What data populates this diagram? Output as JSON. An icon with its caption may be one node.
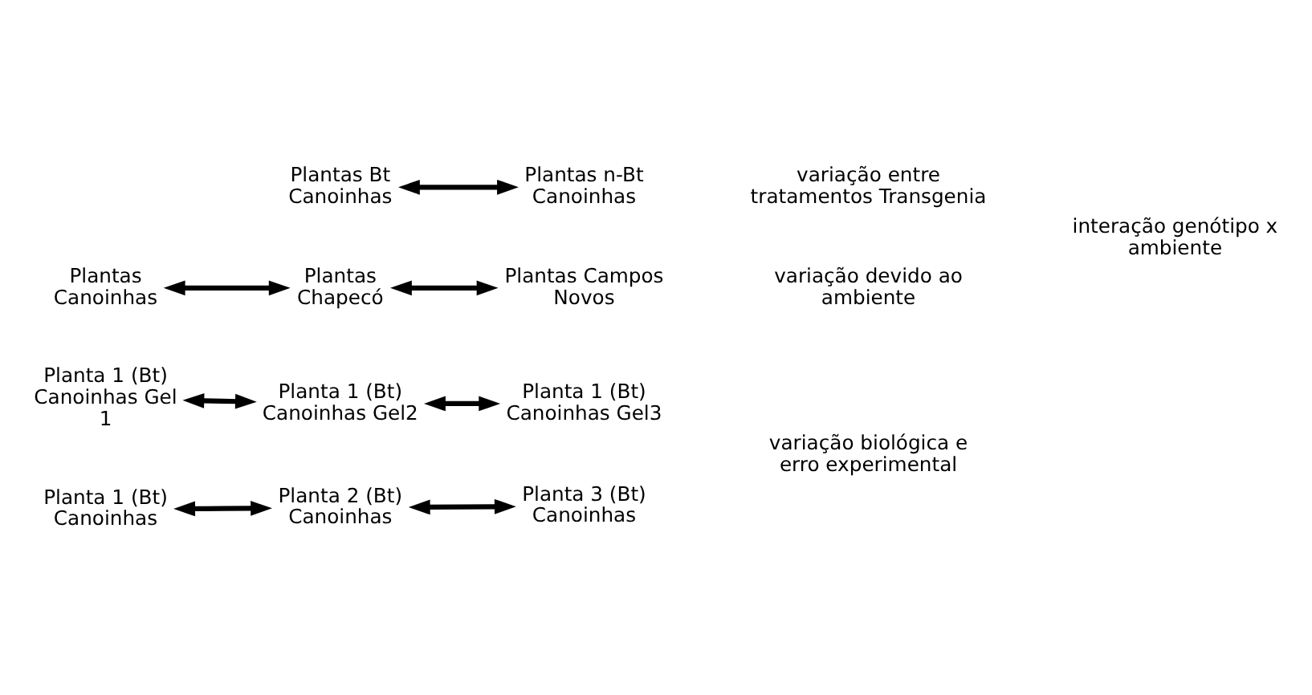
{
  "diagram": {
    "nodes": [
      {
        "text": [
          "Planta 1 (Bt) Canoinhas Gel 1"
        ]
      },
      {
        "text": [
          "Planta 1 (Bt) Canoinhas Gel2"
        ]
      },
      {
        "text": [
          "Planta 1 (Bt) Canoinhas Gel3"
        ]
      },
      {
        "text": [
          "Planta 1 (Bt) Canoinhas"
        ]
      },
      {
        "text": [
          "Planta 2 (Bt) Canoinhas"
        ]
      },
      {
        "text": [
          "Planta 3 (Bt) Canoinhas"
        ]
      },
      {
        "text": [
          "Plantas Bt Canoinhas"
        ]
      },
      {
        "text": [
          "Plantas n-Bt Canoinhas"
        ]
      },
      {
        "text": [
          "Plantas Canoinhas"
        ]
      },
      {
        "text": [
          "Plantas Chapecó"
        ]
      },
      {
        "text": [
          "Plantas Campos Novos"
        ]
      }
    ],
    "edges": [
      {
        "from": 0,
        "to": 1,
        "arrow": "both"
      },
      {
        "from": 1,
        "to": 2,
        "arrow": "both"
      },
      {
        "from": 3,
        "to": 4,
        "arrow": "both"
      },
      {
        "from": 4,
        "to": 5,
        "arrow": "both"
      },
      {
        "from": 6,
        "to": 7,
        "arrow": "both"
      },
      {
        "from": 8,
        "to": 9,
        "arrow": "both"
      },
      {
        "from": 9,
        "to": 10,
        "arrow": "both"
      }
    ],
    "labels": [
      "variação biológica e erro experimental",
      "variação entre tratamentos Transgenia",
      "variação devido ao ambiente",
      "interação genótipo x ambiente"
    ]
  }
}
